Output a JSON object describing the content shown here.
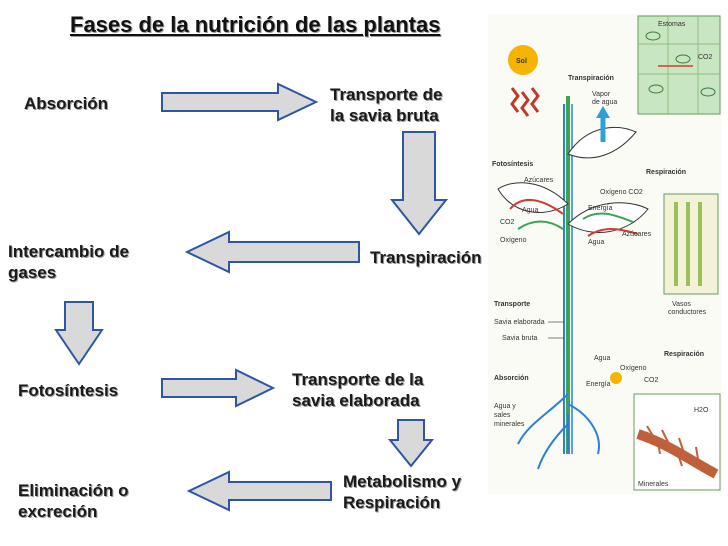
{
  "title": "Fases de la nutrición de las plantas",
  "labels": {
    "absorcion": "Absorción",
    "transporte_bruta_1": "Transporte de",
    "transporte_bruta_2": "la savia bruta",
    "transpiracion": "Transpiración",
    "intercambio_1": "Intercambio de",
    "intercambio_2": "gases",
    "fotosintesis": "Fotosíntesis",
    "transporte_elab_1": "Transporte de la",
    "transporte_elab_2": "savia elaborada",
    "metabolismo_1": "Metabolismo y",
    "metabolismo_2": "Respiración",
    "eliminacion_1": "Eliminación o",
    "eliminacion_2": "excreción"
  },
  "illustration": {
    "sol": "Sol",
    "estomas": "Estomas",
    "co2_top": "CO2",
    "transpiracion": "Transpiración",
    "vapor_1": "Vapor",
    "vapor_2": "de agua",
    "fotosintesis": "Fotosíntesis",
    "azucares": "Azúcares",
    "agua": "Agua",
    "co2": "CO2",
    "oxigeno": "Oxígeno",
    "oxigeno_co2": "Oxígeno CO2",
    "energia": "Energía",
    "agua_2": "Agua",
    "azucares_2": "Azúcares",
    "respiracion": "Respiración",
    "transporte": "Transporte",
    "savia_elaborada": "Savia elaborada",
    "savia_bruta": "Savia bruta",
    "vasos_1": "Vasos",
    "vasos_2": "conductores",
    "agua_3": "Agua",
    "oxigeno_2": "Oxígeno",
    "co2_2": "CO2",
    "energia_2": "Energía",
    "respiracion_2": "Respiración",
    "absorcion": "Absorción",
    "agua_sales_1": "Agua y",
    "agua_sales_2": "sales",
    "agua_sales_3": "minerales",
    "h2o": "H2O",
    "minerales": "Minerales"
  },
  "colors": {
    "arrow_fill": "#d9d9d9",
    "arrow_stroke": "#2e55a6",
    "text_shadow": "#9a9a9a",
    "stem_green": "#3aa655",
    "flow_blue": "#2e7fd8",
    "flow_red": "#d93a2b"
  }
}
